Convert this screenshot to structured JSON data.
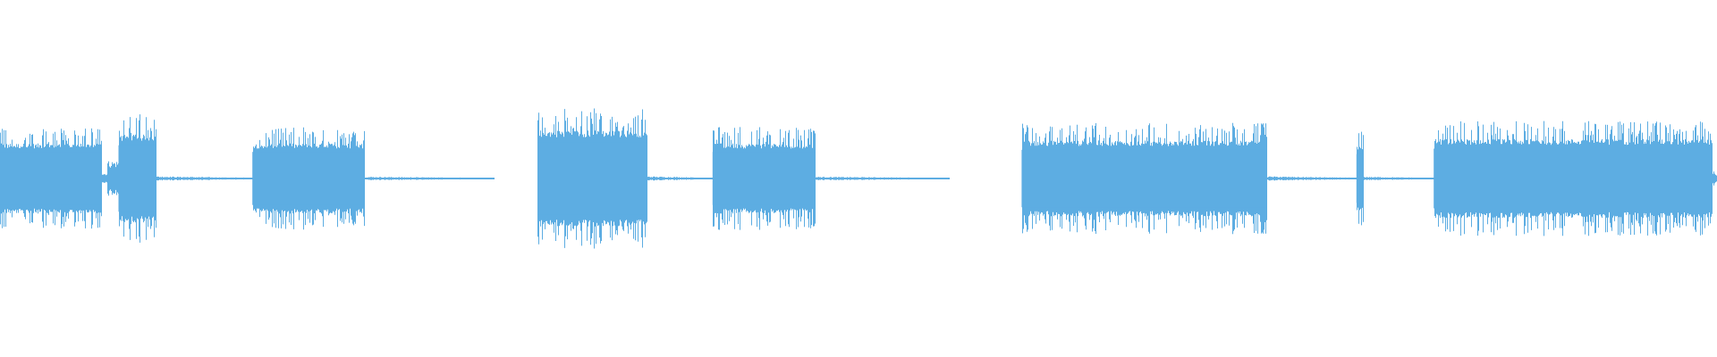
{
  "waveform": {
    "color": "#5dade2",
    "background": "#ffffff",
    "duration_fraction_segments": [
      {
        "start": 0.0,
        "end": 0.059,
        "amplitude": 0.24,
        "kind": "burst"
      },
      {
        "start": 0.059,
        "end": 0.062,
        "amplitude": 0.03,
        "kind": "dip"
      },
      {
        "start": 0.062,
        "end": 0.069,
        "amplitude": 0.1,
        "kind": "dip"
      },
      {
        "start": 0.069,
        "end": 0.091,
        "amplitude": 0.3,
        "kind": "burst"
      },
      {
        "start": 0.091,
        "end": 0.147,
        "amplitude": 0.012,
        "kind": "decay"
      },
      {
        "start": 0.147,
        "end": 0.212,
        "amplitude": 0.24,
        "kind": "burst"
      },
      {
        "start": 0.212,
        "end": 0.288,
        "amplitude": 0.01,
        "kind": "decay"
      },
      {
        "start": 0.288,
        "end": 0.313,
        "amplitude": 0.0,
        "kind": "silence"
      },
      {
        "start": 0.313,
        "end": 0.377,
        "amplitude": 0.33,
        "kind": "burst"
      },
      {
        "start": 0.377,
        "end": 0.415,
        "amplitude": 0.012,
        "kind": "decay"
      },
      {
        "start": 0.415,
        "end": 0.475,
        "amplitude": 0.24,
        "kind": "burst"
      },
      {
        "start": 0.475,
        "end": 0.553,
        "amplitude": 0.01,
        "kind": "decay"
      },
      {
        "start": 0.553,
        "end": 0.595,
        "amplitude": 0.0,
        "kind": "silence"
      },
      {
        "start": 0.595,
        "end": 0.738,
        "amplitude": 0.26,
        "kind": "burst"
      },
      {
        "start": 0.738,
        "end": 0.79,
        "amplitude": 0.012,
        "kind": "decay"
      },
      {
        "start": 0.79,
        "end": 0.794,
        "amplitude": 0.22,
        "kind": "burst"
      },
      {
        "start": 0.794,
        "end": 0.835,
        "amplitude": 0.01,
        "kind": "decay"
      },
      {
        "start": 0.835,
        "end": 0.997,
        "amplitude": 0.27,
        "kind": "burst"
      },
      {
        "start": 0.997,
        "end": 1.0,
        "amplitude": 0.05,
        "kind": "decay"
      }
    ]
  }
}
